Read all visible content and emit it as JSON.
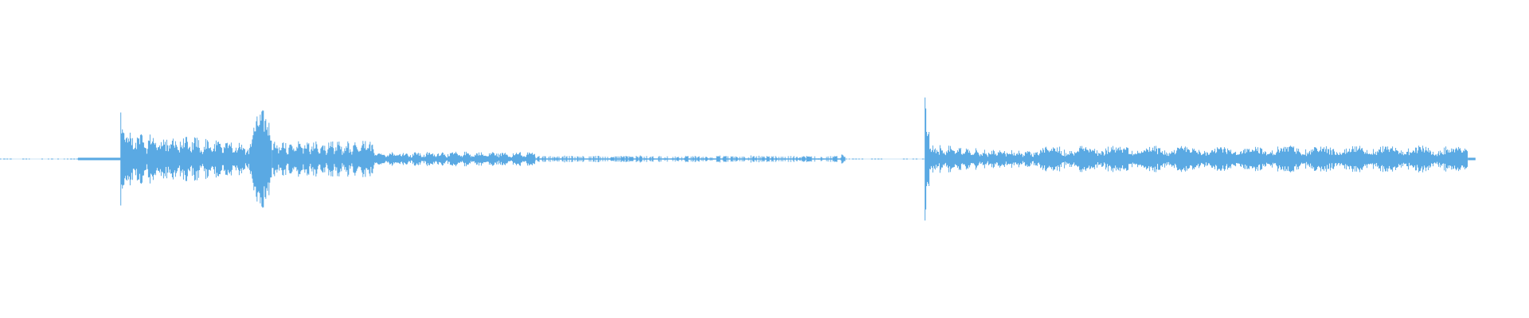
{
  "waveform": {
    "color": "#5aa9e3",
    "background": "#ffffff",
    "duration_fraction_active": 0.8,
    "segments": [
      {
        "name": "leading-silence-dots",
        "start": 0.0,
        "end": 0.078,
        "level": 0.01,
        "style": "dotted"
      },
      {
        "name": "quiet-lead-in",
        "start": 0.051,
        "end": 0.079,
        "level": 0.02,
        "style": "solid"
      },
      {
        "name": "first-onset",
        "start": 0.079,
        "end": 0.082,
        "level": 0.9,
        "style": "spike"
      },
      {
        "name": "first-section-body",
        "start": 0.082,
        "end": 0.175,
        "level": 0.45,
        "style": "dense"
      },
      {
        "name": "second-onset",
        "start": 0.165,
        "end": 0.178,
        "level": 0.8,
        "style": "burst"
      },
      {
        "name": "second-section-body",
        "start": 0.178,
        "end": 0.245,
        "level": 0.3,
        "style": "dense"
      },
      {
        "name": "quiet-tail",
        "start": 0.245,
        "end": 0.35,
        "level": 0.12,
        "style": "dense"
      },
      {
        "name": "low-sustain",
        "start": 0.35,
        "end": 0.55,
        "level": 0.06,
        "style": "sparse"
      },
      {
        "name": "low-sustain-2",
        "start": 0.55,
        "end": 0.553,
        "level": 0.09,
        "style": "dense"
      },
      {
        "name": "middle-silence-dots",
        "start": 0.553,
        "end": 0.605,
        "level": 0.008,
        "style": "dotted"
      },
      {
        "name": "third-onset",
        "start": 0.605,
        "end": 0.608,
        "level": 1.0,
        "style": "spike"
      },
      {
        "name": "third-section-body",
        "start": 0.608,
        "end": 0.68,
        "level": 0.2,
        "style": "dense"
      },
      {
        "name": "fourth-section-body",
        "start": 0.68,
        "end": 0.96,
        "level": 0.22,
        "style": "dense"
      },
      {
        "name": "trailing-silence",
        "start": 0.96,
        "end": 0.965,
        "level": 0.02,
        "style": "solid"
      }
    ]
  }
}
